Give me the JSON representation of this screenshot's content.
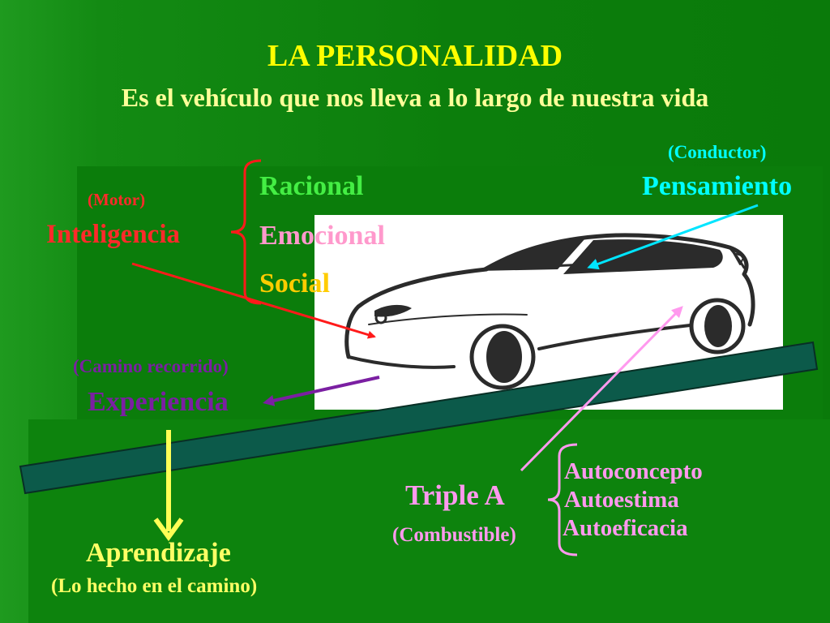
{
  "title": "LA PERSONALIDAD",
  "subtitle": "Es el vehículo que nos lleva a lo largo de nuestra vida",
  "motor": {
    "role": "(Motor)",
    "name": "Inteligencia"
  },
  "intelligence_types": [
    "Racional",
    "Emocional",
    "Social"
  ],
  "driver": {
    "role": "(Conductor)",
    "name": "Pensamiento"
  },
  "road": {
    "role": "(Camino recorrido)",
    "name": "Experiencia"
  },
  "learning": {
    "name": "Aprendizaje",
    "note": "(Lo hecho en el camino)"
  },
  "fuel": {
    "name": "Triple A",
    "role": "(Combustible)"
  },
  "fuel_components": [
    "Autoconcepto",
    "Autoestima",
    "Autoeficacia"
  ],
  "colors": {
    "title": "#ffff00",
    "subtitle": "#ffff99",
    "motor": "#ff2a2a",
    "racional": "#44ee44",
    "emocional": "#ff99cc",
    "social": "#ffcc00",
    "driver": "#00ffff",
    "road": "#7b1fa2",
    "learning": "#ffff66",
    "fuel": "#ff99ee"
  }
}
